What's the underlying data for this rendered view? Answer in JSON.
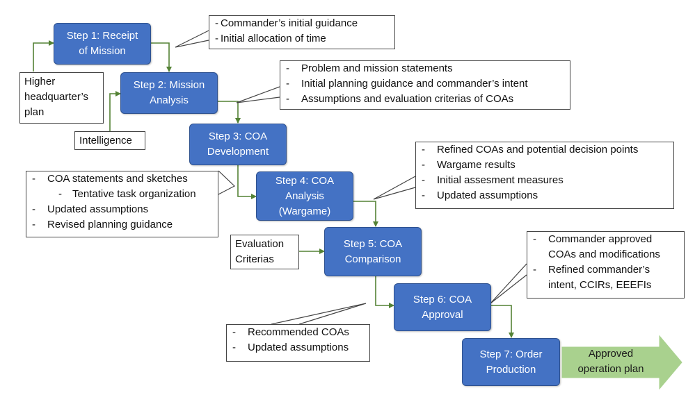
{
  "steps": [
    {
      "label": "Step 1: Receipt\nof Mission"
    },
    {
      "label": "Step 2: Mission\nAnalysis"
    },
    {
      "label": "Step 3: COA\nDevelopment"
    },
    {
      "label": "Step 4: COA\nAnalysis\n(Wargame)"
    },
    {
      "label": "Step 5: COA\nComparison"
    },
    {
      "label": "Step 6: COA\nApproval"
    },
    {
      "label": "Step 7: Order\nProduction"
    }
  ],
  "inputs": {
    "higher_hq": "Higher\nheadquarter’s\nplan",
    "intelligence": "Intelligence",
    "evaluation": "Evaluation\nCriterias"
  },
  "outputs": {
    "step1": [
      "Commander’s initial guidance",
      "Initial allocation of time"
    ],
    "step2": [
      "Problem and mission statements",
      "Initial planning guidance and commander’s intent",
      "Assumptions and evaluation criterias of COAs"
    ],
    "step3": {
      "item1": "COA statements and sketches",
      "sub1": "Tentative task organization",
      "item2": "Updated assumptions",
      "item3": "Revised planning guidance"
    },
    "step4": [
      "Refined COAs and potential decision points",
      "Wargame results",
      "Initial assesment measures",
      "Updated assumptions"
    ],
    "step5": [
      "Recommended COAs",
      "Updated assumptions"
    ],
    "step6": [
      "Commander approved\nCOAs and modifications",
      "Refined commander’s\nintent, CCIRs, EEEFIs"
    ]
  },
  "final_output": {
    "label": "Approved\noperation plan"
  },
  "colors": {
    "step_fill": "#4472c4",
    "connector": "#548235",
    "final_arrow": "#a9d18e"
  }
}
